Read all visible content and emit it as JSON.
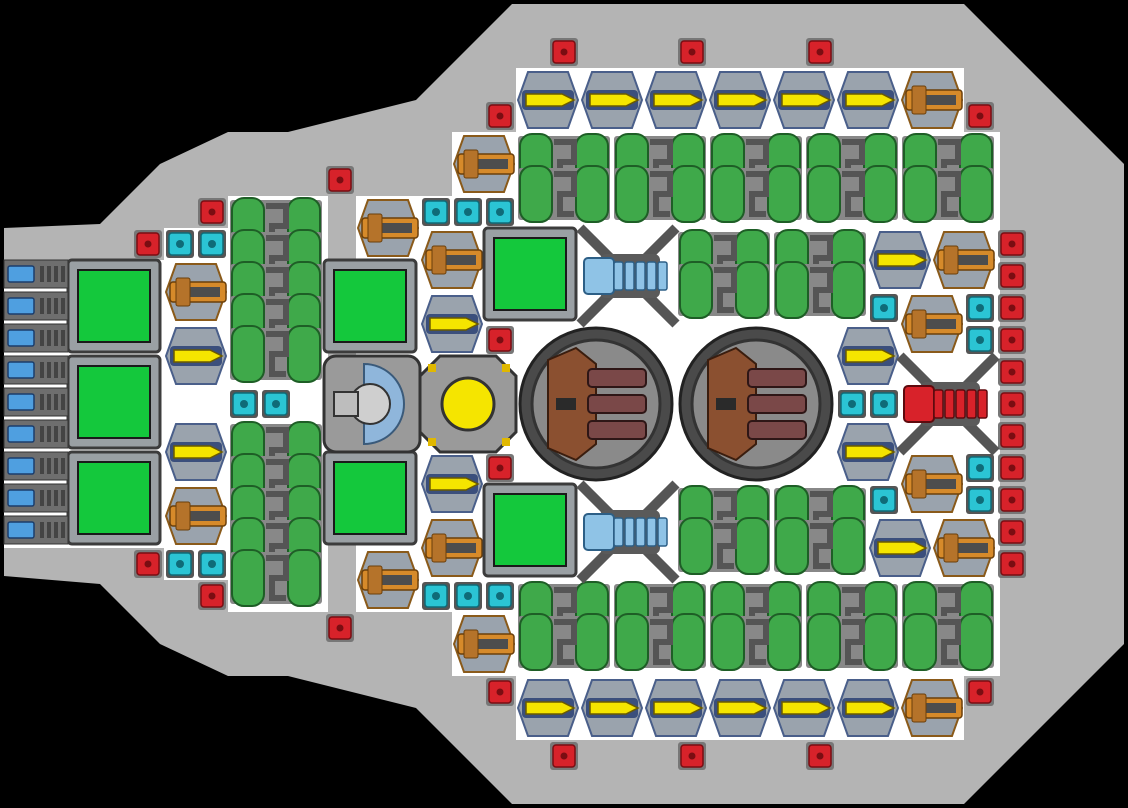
{
  "colors": {
    "background": "#000000",
    "hull": "#b4b4b4",
    "deck": "#ffffff",
    "generator_green": "#3fa94a",
    "panel_green": "#14c83c",
    "reactor_yellow": "#f5e500",
    "shield_cyan": "#2bc4d4",
    "armor_red": "#d7222a",
    "thruster_blue": "#4f9fe0"
  },
  "modules": {
    "armor_block": "armor-block",
    "shield_node": "shield-node",
    "laser_turret": "yellow-laser-turret",
    "cannon_turret": "orange-cannon-turret",
    "power_cell": "green-power-cell",
    "storage_bay": "green-storage-bay",
    "reactor_core": "reactor-core",
    "command_bridge": "command-bridge",
    "main_battery": "main-battery-turret",
    "ion_emitter": "ion-emitter",
    "red_emitter": "red-emitter",
    "thruster": "thruster"
  }
}
